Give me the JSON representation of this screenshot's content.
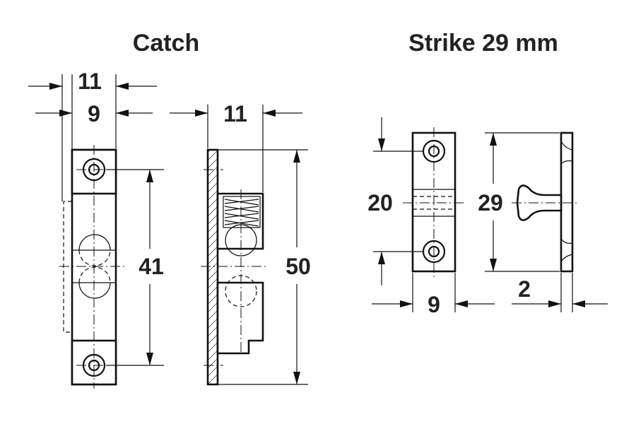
{
  "catch": {
    "title": "Catch",
    "dim_width_outer": "11",
    "dim_width_inner": "9",
    "dim_side_width": "11",
    "dim_hole_spacing": "41",
    "dim_length": "50"
  },
  "strike": {
    "title": "Strike 29 mm",
    "dim_hole_spacing": "20",
    "dim_length": "29",
    "dim_width": "9",
    "dim_thickness": "2"
  }
}
